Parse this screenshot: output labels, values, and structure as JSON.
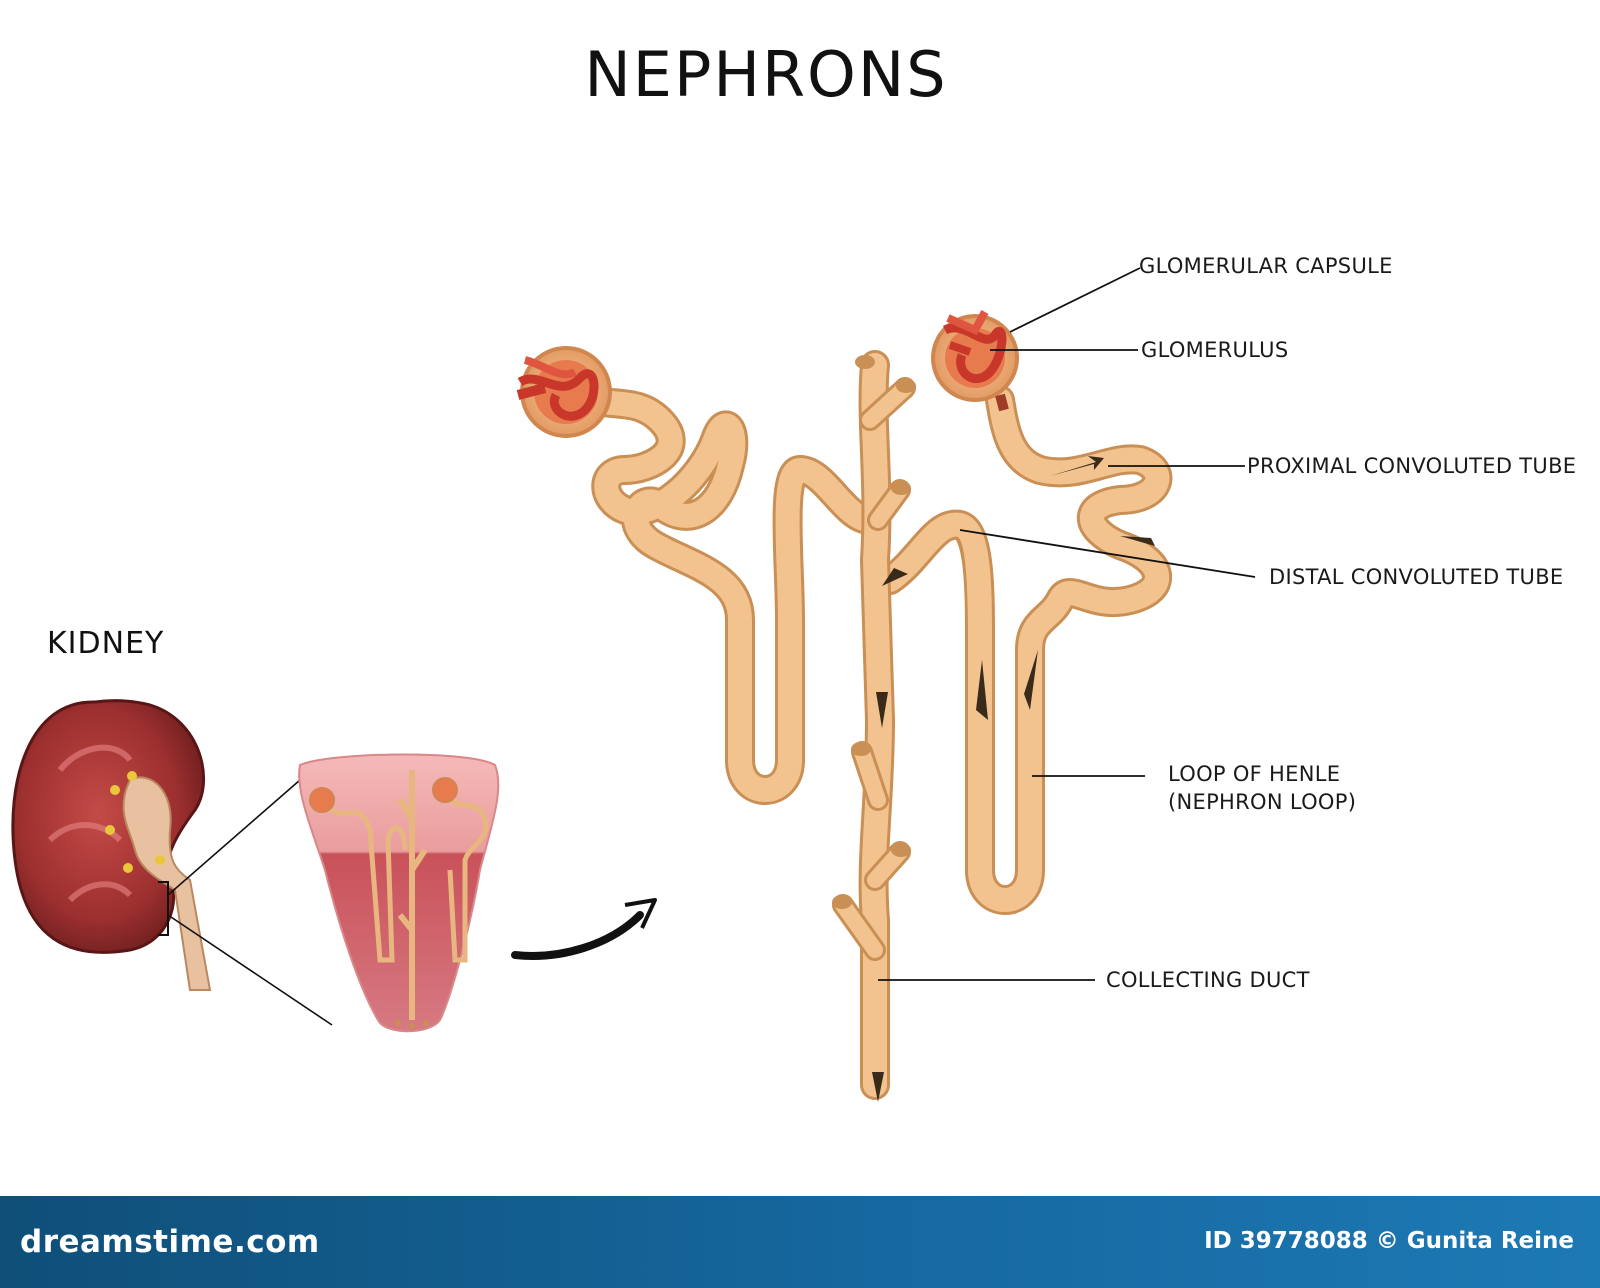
{
  "title": "NEPHRONS",
  "kidney_label": "KIDNEY",
  "labels": {
    "glomerular_capsule": "GLOMERULAR CAPSULE",
    "glomerulus": "GLOMERULUS",
    "proximal": "PROXIMAL CONVOLUTED TUBE",
    "distal": "DISTAL CONVOLUTED TUBE",
    "loop_line1": "LOOP OF HENLE",
    "loop_line2": "(NEPHRON LOOP)",
    "collecting": "COLLECTING DUCT"
  },
  "footer": {
    "brand": "dreamstime.com",
    "credit": "ID 39778088 © Gunita Reine"
  },
  "colors": {
    "tube": "#f2c38e",
    "tube_edge": "#c98f55",
    "glomerulus": "#d9432e",
    "kidney": "#8e2a2a",
    "footer": "#1668a0"
  }
}
